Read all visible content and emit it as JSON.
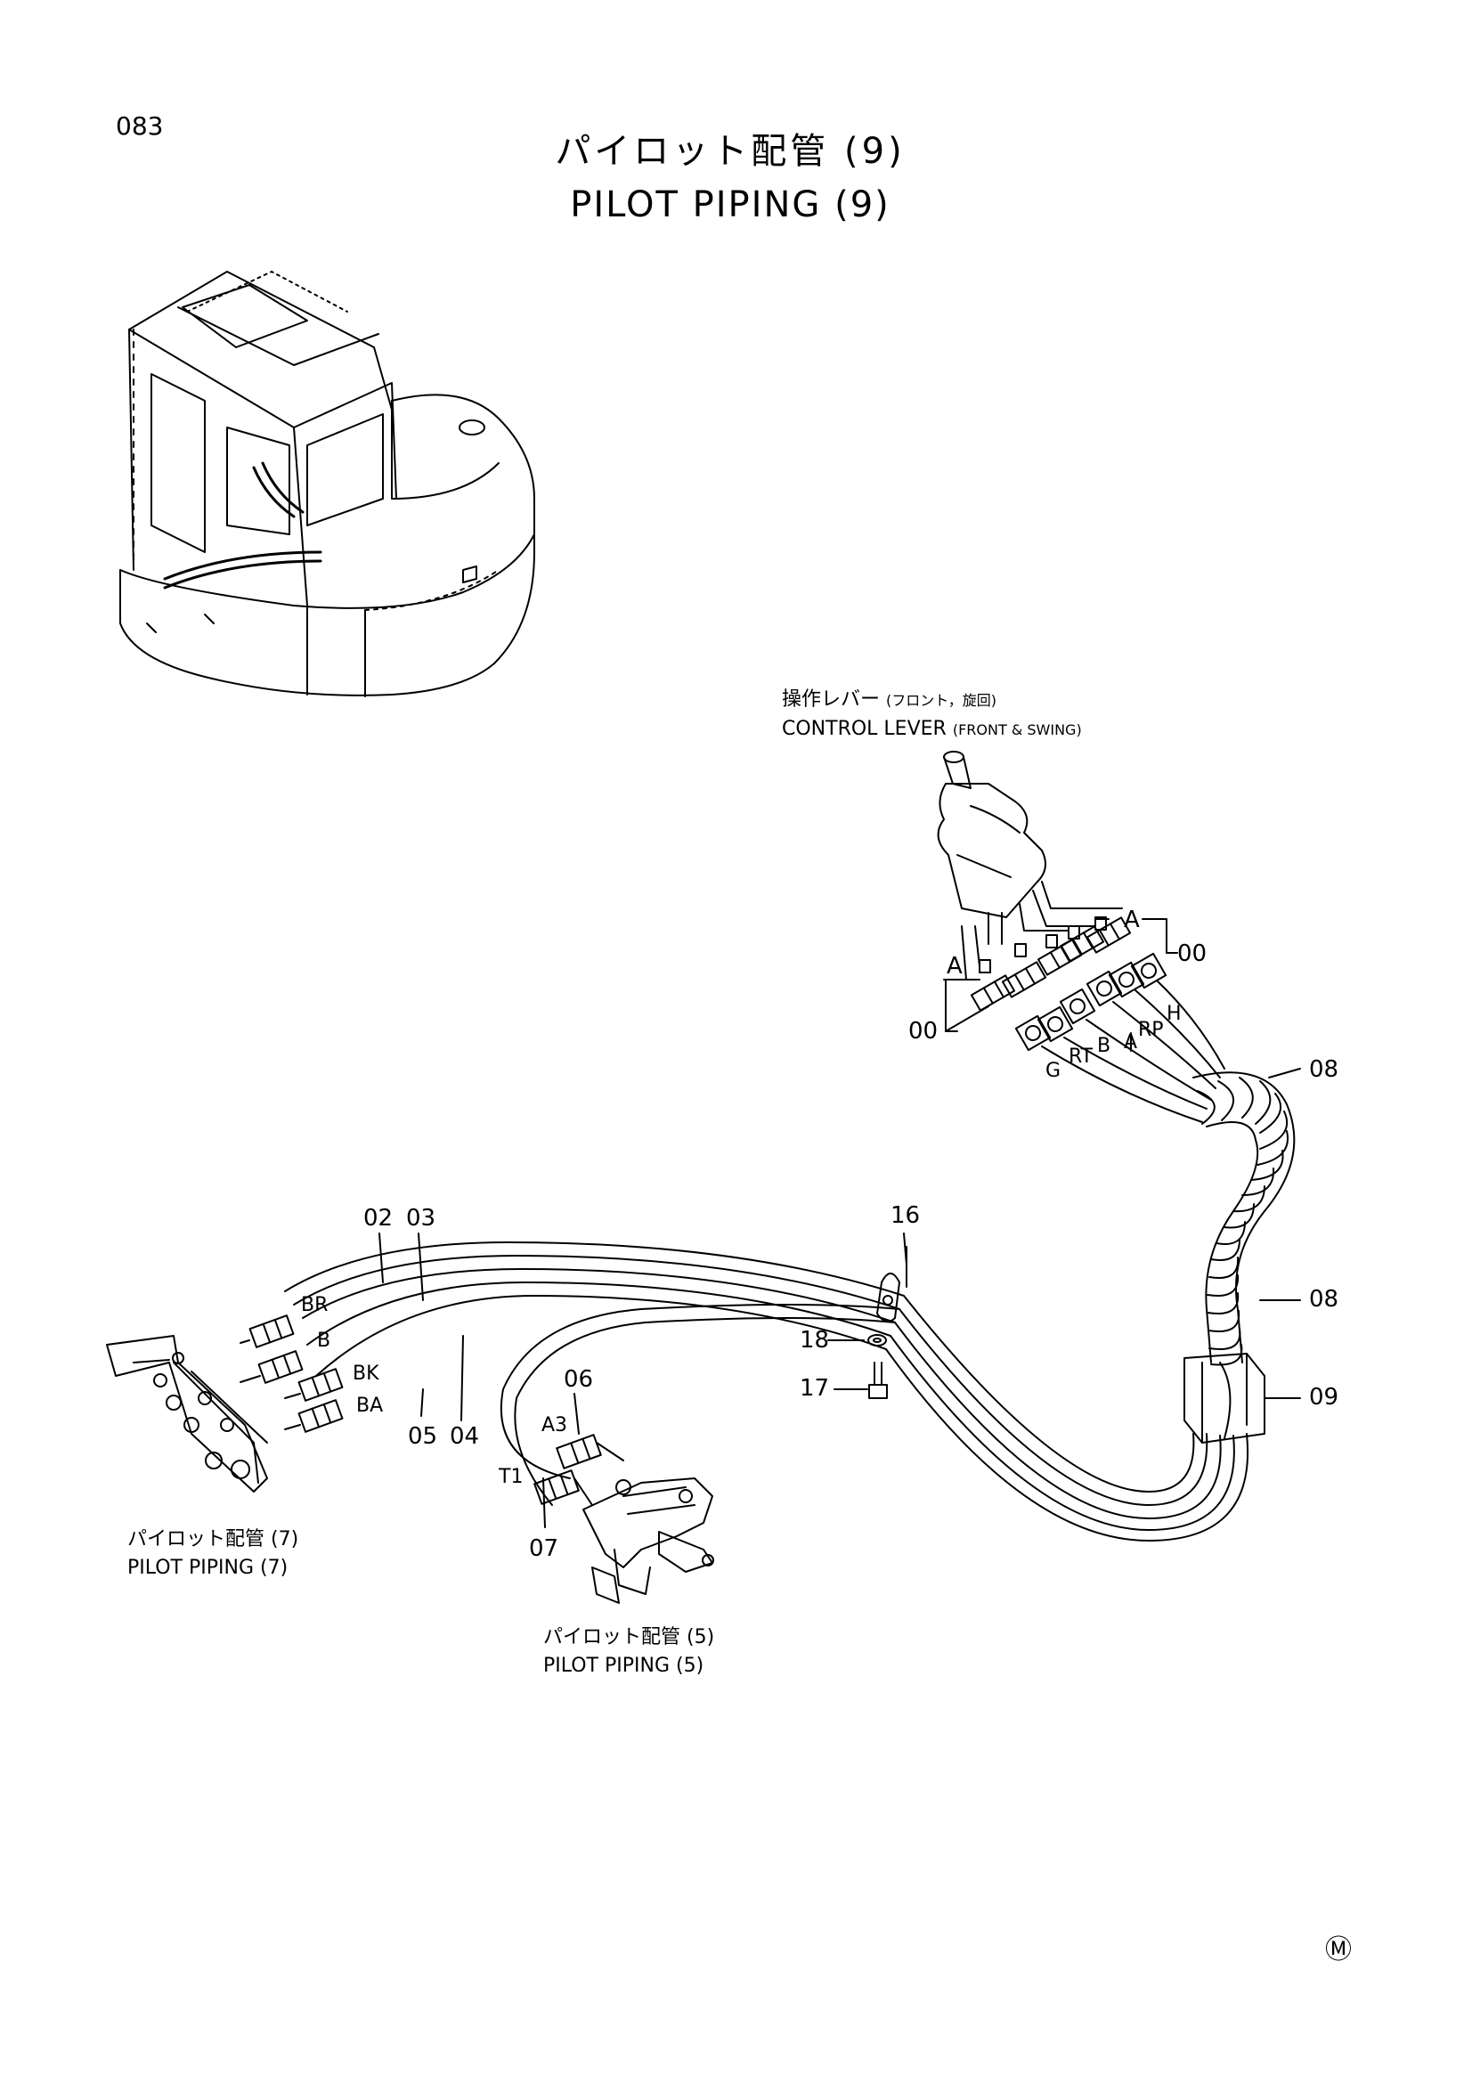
{
  "page_number": "083",
  "title": {
    "japanese": "パイロット配管 (9)",
    "english": "PILOT PIPING (9)"
  },
  "control_lever": {
    "japanese": "操作レバー",
    "japanese_note": "(フロント，旋回)",
    "english": "CONTROL LEVER",
    "english_note": "(FRONT & SWING)"
  },
  "references": [
    {
      "japanese": "パイロット配管 (7)",
      "english": "PILOT PIPING (7)"
    },
    {
      "japanese": "パイロット配管 (5)",
      "english": "PILOT PIPING (5)"
    }
  ],
  "port_labels": [
    "A",
    "A",
    "H",
    "RP",
    "A",
    "B",
    "RT",
    "G",
    "BR",
    "B",
    "BK",
    "BA",
    "A3",
    "T1"
  ],
  "part_numbers": [
    "00",
    "00",
    "08",
    "08",
    "09",
    "02",
    "03",
    "16",
    "18",
    "17",
    "06",
    "05",
    "04",
    "07"
  ],
  "corner_mark": "Ⓜ"
}
